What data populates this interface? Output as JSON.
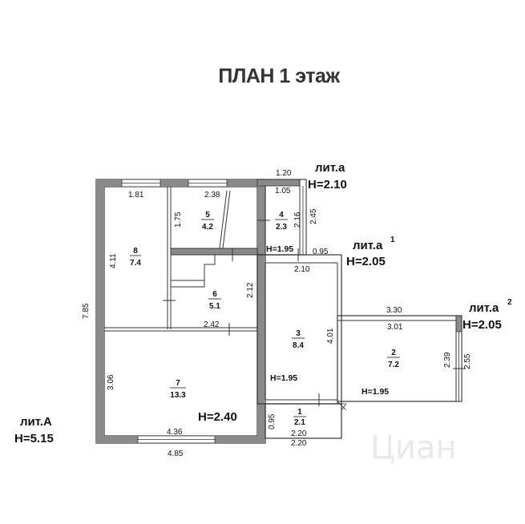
{
  "title": "ПЛАН 1 этаж",
  "watermark": "Циан",
  "liters": {
    "main": {
      "name": "лит.А",
      "height": "H=5.15"
    },
    "a": {
      "name": "лит.а",
      "height": "H=2.10"
    },
    "a1": {
      "name": "лит.а",
      "sup": "1",
      "height": "H=2.05"
    },
    "a2": {
      "name": "лит.а",
      "sup": "2",
      "height": "H=2.05"
    }
  },
  "rooms": [
    {
      "num": "1",
      "area": "2.1"
    },
    {
      "num": "2",
      "area": "7.2"
    },
    {
      "num": "3",
      "area": "8.4"
    },
    {
      "num": "4",
      "area": "2.3"
    },
    {
      "num": "5",
      "area": "4.2"
    },
    {
      "num": "6",
      "area": "5.1"
    },
    {
      "num": "7",
      "area": "13.3"
    },
    {
      "num": "8",
      "area": "7.4"
    }
  ],
  "dimensions": {
    "d_1_81": "1.81",
    "d_2_38": "2.38",
    "d_1_75": "1.75",
    "d_4_11": "4.11",
    "d_7_85": "7.85",
    "d_2_12": "2.12",
    "d_2_42": "2.42",
    "d_3_06": "3.06",
    "d_4_36": "4.36",
    "d_4_85": "4.85",
    "d_1_20": "1.20",
    "d_1_05": "1.05",
    "d_2_16": "2.16",
    "d_2_45": "2.45",
    "d_0_95_top": "0.95",
    "d_2_10": "2.10",
    "d_4_01": "4.01",
    "d_3_30": "3.30",
    "d_3_01": "3.01",
    "d_2_39": "2.39",
    "d_2_55": "2.55",
    "d_0_95_side": "0.95",
    "d_2_20_a": "2.20",
    "d_2_20_b": "2.20"
  },
  "heights": {
    "h_room7": "H=2.40",
    "h_room3": "H=1.95",
    "h_room2": "H=1.95",
    "h_corridor": "H=1.95"
  }
}
